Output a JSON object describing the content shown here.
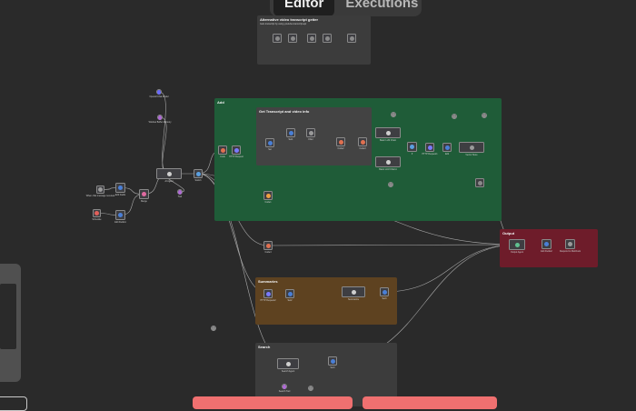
{
  "header": {
    "tabs": [
      {
        "label": "Editor",
        "active": true
      },
      {
        "label": "Executions",
        "active": false
      }
    ]
  },
  "stickies": [
    {
      "key": "alt",
      "title": "Alternative video transcript getter",
      "desc": "Gets transcript by using youtube-transcript-api",
      "color": "#3c3c3c"
    },
    {
      "key": "add",
      "title": "Add",
      "desc": "",
      "color": "#1f5c38"
    },
    {
      "key": "transcript",
      "title": "Get Transcript and video info",
      "desc": "",
      "color": "#434343"
    },
    {
      "key": "output",
      "title": "Output",
      "desc": "",
      "color": "#6e1c2a"
    },
    {
      "key": "summaries",
      "title": "Summaries",
      "desc": "",
      "color": "#5e4220"
    },
    {
      "key": "search",
      "title": "Search",
      "desc": "",
      "color": "#3c3c3c"
    }
  ],
  "nodes": [
    {
      "id": "n1",
      "icon": "webhook-icon",
      "color": "#9a9a9a",
      "label": "When chat message received"
    },
    {
      "id": "n2",
      "icon": "edit-icon",
      "color": "#4a7fd6",
      "label": "Edit Fields"
    },
    {
      "id": "n3",
      "icon": "trigger-icon",
      "color": "#e0605a",
      "label": "Schedule"
    },
    {
      "id": "n4",
      "icon": "edit-icon",
      "color": "#4a7fd6",
      "label": "Edit Fields1"
    },
    {
      "id": "n5",
      "icon": "merge-icon",
      "color": "#e06aa0",
      "label": "Merge"
    },
    {
      "id": "n6",
      "icon": "agent-icon",
      "color": "#cfcfcf",
      "label": "AI Agent"
    },
    {
      "id": "n7",
      "icon": "chat-model-icon",
      "color": "#6a6aff",
      "label": "OpenAI Chat Model"
    },
    {
      "id": "n8",
      "icon": "memory-icon",
      "color": "#b06ad6",
      "label": "Window Buffer Memory"
    },
    {
      "id": "n9",
      "icon": "tool-icon",
      "color": "#b06ad6",
      "label": "Tool"
    },
    {
      "id": "n10",
      "icon": "switch-icon",
      "color": "#5aa0e0",
      "label": "Switch"
    },
    {
      "id": "n11",
      "icon": "code-icon",
      "color": "#e07050",
      "label": "Code"
    },
    {
      "id": "n12",
      "icon": "http-icon",
      "color": "#7a7aff",
      "label": "HTTP Request"
    },
    {
      "id": "n13",
      "icon": "code-icon",
      "color": "#f0a040",
      "label": "Code1"
    },
    {
      "id": "n14",
      "icon": "edit-icon",
      "color": "#4a7fd6",
      "label": "Set"
    },
    {
      "id": "n15",
      "icon": "edit-icon",
      "color": "#4a7fd6",
      "label": "Set1"
    },
    {
      "id": "n16",
      "icon": "filter-icon",
      "color": "#9a9a9a",
      "label": "Filter"
    },
    {
      "id": "n17",
      "icon": "llm-icon",
      "color": "#cfcfcf",
      "label": "Basic LLM Chain"
    },
    {
      "id": "n18",
      "icon": "llm-icon",
      "color": "#cfcfcf",
      "label": "Basic LLM Chain1"
    },
    {
      "id": "n19",
      "icon": "if-icon",
      "color": "#5aa0e0",
      "label": "If"
    },
    {
      "id": "n20",
      "icon": "http-icon",
      "color": "#7a7aff",
      "label": "HTTP Request1"
    },
    {
      "id": "n21",
      "icon": "edit-icon",
      "color": "#4a7fd6",
      "label": "Edit"
    },
    {
      "id": "n22",
      "icon": "vector-icon",
      "color": "#9a9a9a",
      "label": "Vector Store"
    },
    {
      "id": "n23",
      "icon": "code-icon",
      "color": "#e07050",
      "label": "Code2"
    },
    {
      "id": "n24",
      "icon": "code-icon",
      "color": "#e07050",
      "label": "Code3"
    },
    {
      "id": "n25",
      "icon": "agent-icon",
      "color": "#60c090",
      "label": "Output Agent"
    },
    {
      "id": "n26",
      "icon": "edit-icon",
      "color": "#4a7fd6",
      "label": "Edit Fields2"
    },
    {
      "id": "n27",
      "icon": "respond-icon",
      "color": "#9a9a9a",
      "label": "Respond to Webhook"
    },
    {
      "id": "n28",
      "icon": "code-icon",
      "color": "#e07050",
      "label": "Code4"
    },
    {
      "id": "n29",
      "icon": "http-icon",
      "color": "#7a7aff",
      "label": "HTTP Request2"
    },
    {
      "id": "n30",
      "icon": "edit-icon",
      "color": "#4a7fd6",
      "label": "Set2"
    },
    {
      "id": "n31",
      "icon": "llm-icon",
      "color": "#cfcfcf",
      "label": "Summarize"
    },
    {
      "id": "n32",
      "icon": "edit-icon",
      "color": "#4a7fd6",
      "label": "Set3"
    },
    {
      "id": "n33",
      "icon": "llm-icon",
      "color": "#cfcfcf",
      "label": "Search Agent"
    },
    {
      "id": "n34",
      "icon": "edit-icon",
      "color": "#4a7fd6",
      "label": "Set4"
    },
    {
      "id": "n35",
      "icon": "tool-icon",
      "color": "#b06ad6",
      "label": "Search Tool"
    }
  ]
}
